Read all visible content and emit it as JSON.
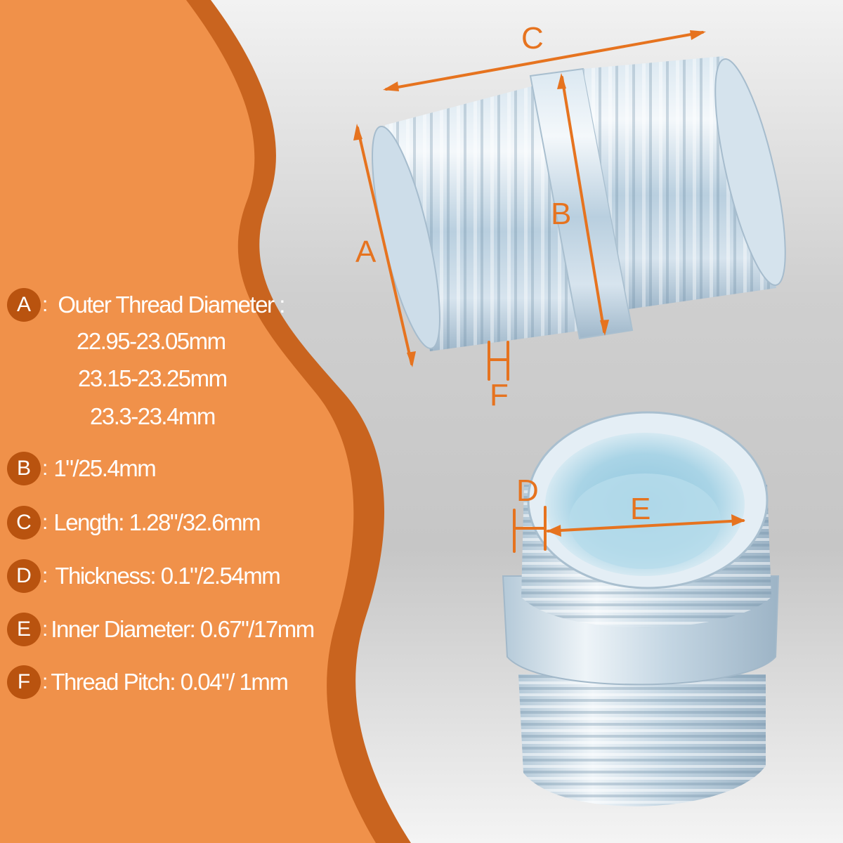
{
  "specs": [
    {
      "letter": "A",
      "text": "Outer Thread Diameter :",
      "values": [
        "22.95-23.05mm",
        "23.15-23.25mm",
        "23.3-23.4mm"
      ]
    },
    {
      "letter": "B",
      "text": "1\"/25.4mm"
    },
    {
      "letter": "C",
      "text": "Length: 1.28\"/32.6mm"
    },
    {
      "letter": "D",
      "text": "Thickness: 0.1\"/2.54mm"
    },
    {
      "letter": "E",
      "text": "Inner Diameter: 0.67\"/17mm"
    },
    {
      "letter": "F",
      "text": "Thread Pitch: 0.04\"/ 1mm"
    }
  ],
  "separator": ":",
  "diagram_labels": {
    "a": "A",
    "b": "B",
    "c": "C",
    "d": "D",
    "e": "E",
    "f": "F"
  },
  "colors": {
    "panel_orange": "#f0914a",
    "wave_dark_orange": "#c9641f",
    "badge": "#b9530f",
    "dimension_line": "#e6731f",
    "metal": "#c8dbe8",
    "background": "#e2e2e2"
  }
}
